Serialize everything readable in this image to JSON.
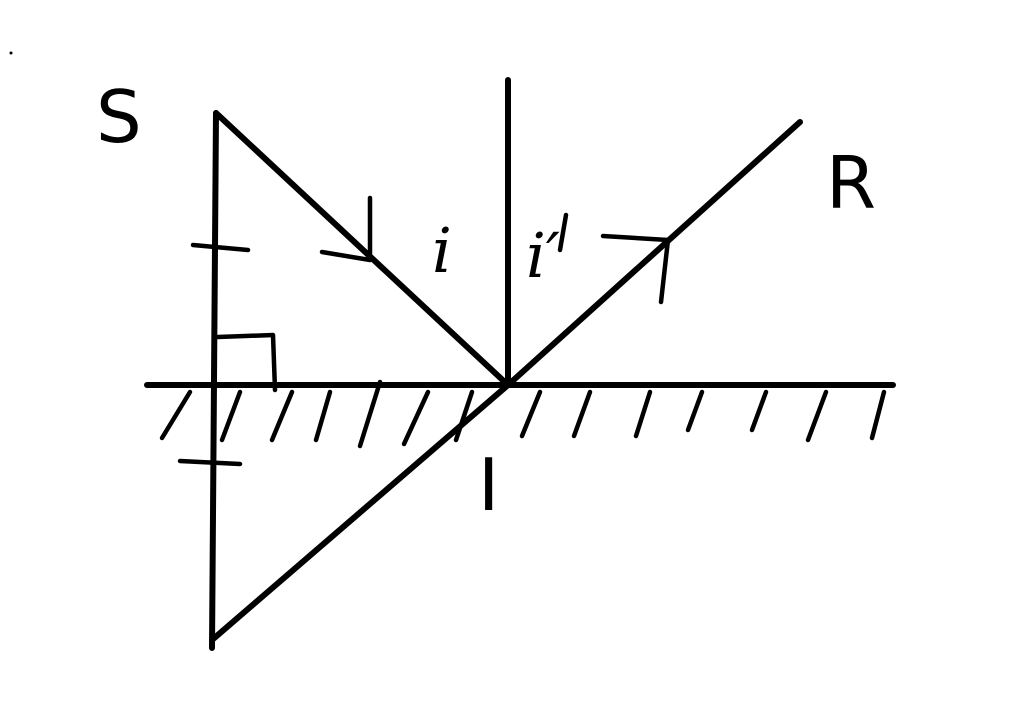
{
  "diagram": {
    "labels": {
      "source": "S",
      "reflected": "R",
      "incidence_point": "I",
      "incident_angle": "i",
      "reflected_angle": "i′"
    },
    "ink_color": "#000000",
    "background_color": "#ffffff"
  }
}
